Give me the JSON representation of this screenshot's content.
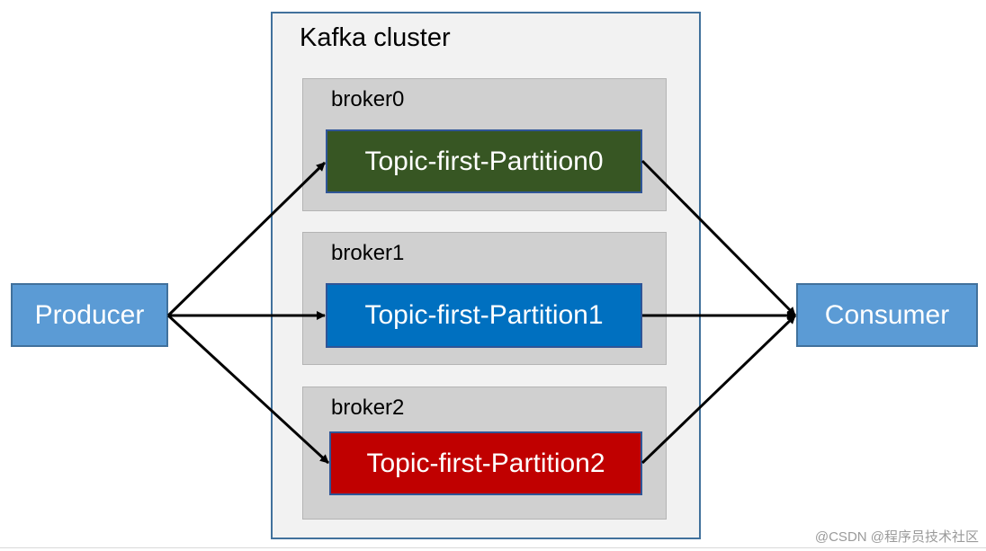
{
  "cluster": {
    "title": "Kafka cluster"
  },
  "producer": {
    "label": "Producer"
  },
  "consumer": {
    "label": "Consumer"
  },
  "brokers": [
    {
      "label": "broker0",
      "partition": "Topic-first-Partition0",
      "partition_color": "#375623"
    },
    {
      "label": "broker1",
      "partition": "Topic-first-Partition1",
      "partition_color": "#0070c0"
    },
    {
      "label": "broker2",
      "partition": "Topic-first-Partition2",
      "partition_color": "#c00000"
    }
  ],
  "colors": {
    "actor_fill": "#5b9bd5",
    "cluster_border": "#41719c",
    "cluster_fill": "#f2f2f2",
    "broker_fill": "#d0d0d0"
  },
  "watermark": "@CSDN @程序员技术社区"
}
